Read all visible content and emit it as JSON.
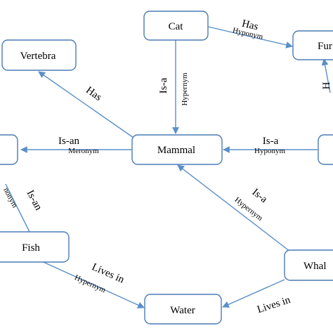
{
  "colors": {
    "node_border": "#4a7cb5",
    "edge": "#5a8fc8",
    "text": "#000000",
    "background": "#ffffff"
  },
  "nodes": {
    "cat": "Cat",
    "fur": "Fur",
    "vertebra": "Vertebra",
    "mammal": "Mammal",
    "left_unlabeled": "",
    "right_unlabeled": "",
    "fish": "Fish",
    "water": "Water",
    "whale": "Whal"
  },
  "edges": {
    "cat_fur": {
      "main": "Has",
      "sub": "Hyponym"
    },
    "cat_mammal": {
      "main": "Is-a",
      "sub": "Hypernym"
    },
    "mammal_vertebra": {
      "main": "Has"
    },
    "mammal_left": {
      "main": "Is-an",
      "sub": "Meronym"
    },
    "right_mammal": {
      "main": "Is-a",
      "sub": "Hyponym"
    },
    "whale_mammal": {
      "main": "Is-a",
      "sub": "Hypernym"
    },
    "fish_left": {
      "main": "Is-an",
      "sub": "nonym"
    },
    "fish_water": {
      "main": "Lives in",
      "sub": "Hypernym"
    },
    "whale_water": {
      "main": "Lives in"
    },
    "fur_right_partial": {
      "main": "H"
    }
  }
}
